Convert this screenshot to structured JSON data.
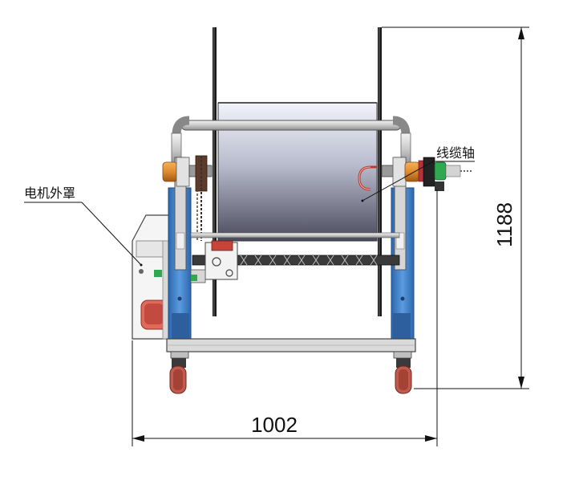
{
  "labels": {
    "motor_cover": "电机外罩",
    "cable_shaft": "线缆轴"
  },
  "dimensions": {
    "width": "1002",
    "height": "1188"
  },
  "colors": {
    "frame_blue": "#3f7fc7",
    "drum_light": "#eef0fa",
    "drum_dark": "#4a4a5c",
    "bearing_orange": "#e08a2e",
    "wheel_red": "#c24a3e",
    "connector_green": "#2fa84f"
  }
}
